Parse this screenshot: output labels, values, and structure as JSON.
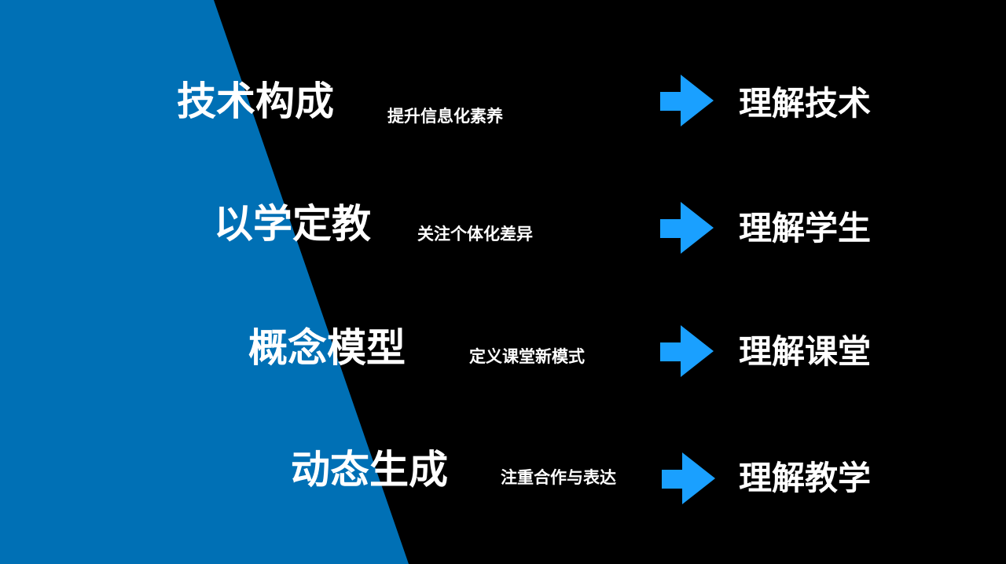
{
  "colors": {
    "background": "#000000",
    "panel": "#0070b5",
    "arrow": "#1aa0ff",
    "text": "#ffffff"
  },
  "rows": [
    {
      "title": "技术构成",
      "subtitle": "提升信息化素养",
      "result": "理解技术"
    },
    {
      "title": "以学定教",
      "subtitle": "关注个体化差异",
      "result": "理解学生"
    },
    {
      "title": "概念模型",
      "subtitle": "定义课堂新模式",
      "result": "理解课堂"
    },
    {
      "title": "动态生成",
      "subtitle": "注重合作与表达",
      "result": "理解教学"
    }
  ]
}
